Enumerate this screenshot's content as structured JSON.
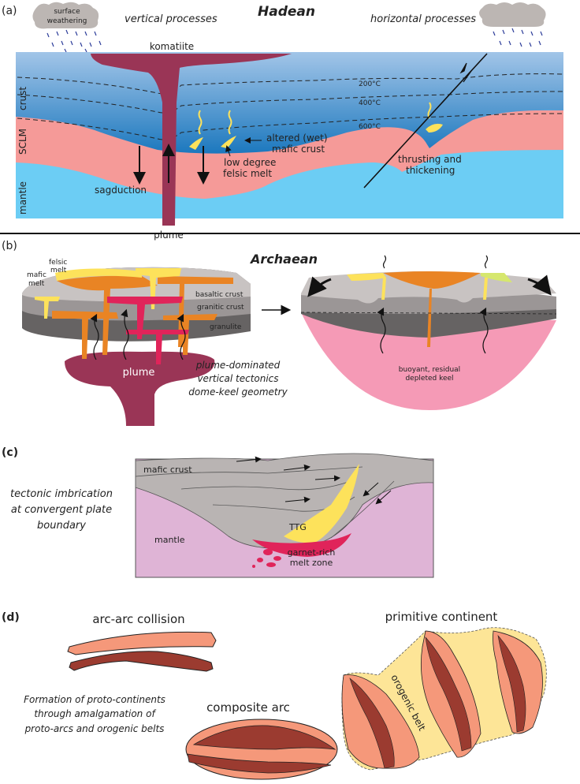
{
  "panels": {
    "a": {
      "letter": "(a)",
      "title": "Hadean",
      "left_heading": "vertical processes",
      "right_heading": "horizontal processes",
      "cloud_label_line1": "surface",
      "cloud_label_line2": "weathering",
      "layer_labels": [
        "crust",
        "SCLM",
        "mantle"
      ],
      "isotherms": [
        "200°C",
        "400°C",
        "600°C"
      ],
      "labels": {
        "komatiite": "komatiite",
        "plume": "plume",
        "sagduction": "sagduction",
        "altered_line1": "altered (wet)",
        "altered_line2": "mafic crust",
        "felsic_line1": "low degree",
        "felsic_line2": "felsic melt",
        "thrust_line1": "thrusting and",
        "thrust_line2": "thickening"
      }
    },
    "b": {
      "letter": "(b)",
      "title": "Archaean",
      "labels": {
        "felsic_line1": "felsic",
        "felsic_line2": "melt",
        "mafic_line1": "mafic",
        "mafic_line2": "melt",
        "basaltic": "basaltic crust",
        "granitic": "granitic crust",
        "granulite": "granulite",
        "plume": "plume",
        "keel_line1": "buoyant, residual",
        "keel_line2": "depleted keel"
      },
      "caption": [
        "plume-dominated",
        "vertical tectonics",
        "dome-keel geometry"
      ]
    },
    "c": {
      "letter": "(c)",
      "caption": [
        "tectonic imbrication",
        "at convergent plate",
        "boundary"
      ],
      "labels": {
        "mafic_crust": "mafic crust",
        "mantle": "mantle",
        "ttg": "TTG",
        "garnet_line1": "garnet-rich",
        "garnet_line2": "melt zone"
      }
    },
    "d": {
      "letter": "(d)",
      "arc_collision": "arc-arc collision",
      "composite_arc": "composite arc",
      "primitive_continent": "primitive continent",
      "orogenic_belt": "orogenic belt",
      "caption": [
        "Formation of proto-continents",
        "through amalgamation of",
        "proto-arcs and orogenic belts"
      ]
    }
  },
  "colors": {
    "crust_top": "#9fc3e6",
    "crust_bottom": "#2f86c4",
    "sclm": "#f59a98",
    "mantle": "#6ccdf4",
    "plume": "#9a3556",
    "felsic": "#fde25b",
    "mafic_melt": "#e98424",
    "magenta": "#e0245a",
    "grey_light": "#c8c3c2",
    "grey_mid": "#9b9696",
    "grey_dark": "#666363",
    "keel": "#f59ab6",
    "mantle_c": "#dfb4d6",
    "arc_light": "#f5987a",
    "arc_dark": "#9b3b30",
    "belt": "#fde597"
  }
}
